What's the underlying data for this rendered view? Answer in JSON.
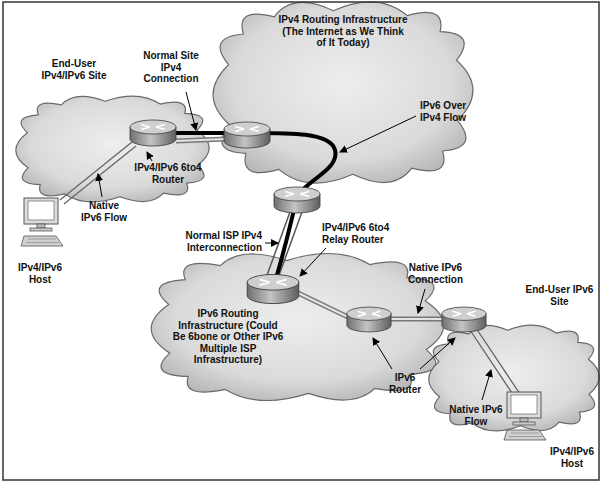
{
  "diagram": {
    "nodes": [
      {
        "text": [
          "IPv4 Routing Infrastructure (The Internet as We Think of It Today)"
        ]
      },
      {
        "text": [
          "End-User IPv4/IPv6 Site"
        ]
      },
      {
        "text": [
          "IPv6 Routing Infrastructure (Could Be 6bone or Other IPv6 Multiple ISP Infrastructure)"
        ]
      },
      {
        "text": [
          "End-User IPv6 Site"
        ]
      }
    ],
    "labels": [
      "Normal Site IPv4 Connection",
      "IPv6 Over IPv4 Flow",
      "IPv4/IPv6 6to4 Router",
      "Native IPv6 Flow",
      "IPv4/IPv6 Host",
      "IPv4/IPv6 6to4 Relay Router",
      "Normal ISP IPv4 Interconnection",
      "Native IPv6 Connection",
      "IPv6 Router",
      "Native IPv6 Flow",
      "IPv4/IPv6 Host"
    ]
  }
}
